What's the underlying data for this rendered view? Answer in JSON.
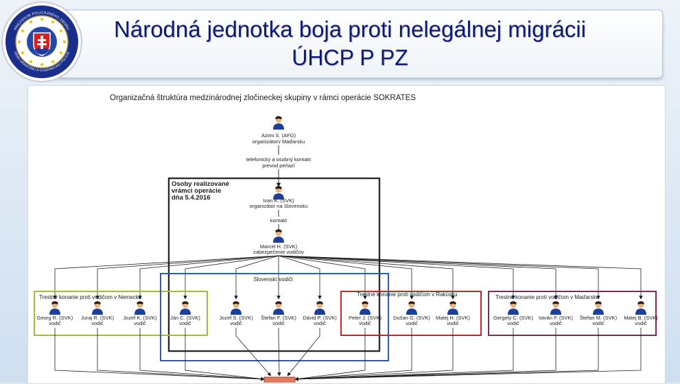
{
  "slide": {
    "title_line1": "Národná jednotka boja proti nelegálnej migrácii",
    "title_line2": "ÚHCP P PZ"
  },
  "emblem": {
    "text_top": "PREZIDIUM POLICAJNÉHO ZBORU",
    "text_bottom": "ÚRAD HRANIČNEJ A CUDZINECKEJ POLÍCIE"
  },
  "diagram": {
    "heading": "Organizačná štruktúra medzinárodnej zločineckej skupiny v rámci operácie SOKRATES",
    "top_person": {
      "name": "Azimi S. (AFG)",
      "role": "organizátorv Maďarsku"
    },
    "link_top": [
      "telefonický a osobný kontakt",
      "prevod peňazí"
    ],
    "box_realized": [
      "Osoby realizované",
      "vrámci operácie",
      "dňa 5.4.2016"
    ],
    "organizer_sk": {
      "name": "Ivan K. (SVK)",
      "role": "organizátor na Slovensku"
    },
    "link_contact": "kontakt",
    "coordinator": {
      "name": "Marcel H. (SVK)",
      "role": "zabezpečenie vodičov"
    },
    "groups": {
      "germany": "Trestné konanie proti vodičom v Nemecku",
      "slovak": "Slovenskí vodiči",
      "austria": "Trestné konanie proti vodičom v Rakúsku",
      "hungary": "Trestné konanie proti vodičom v Maďarsku"
    },
    "drivers": [
      {
        "name": "Georg R. (SVK)",
        "role": "vodič"
      },
      {
        "name": "Juraj R. (SVK)",
        "role": "vodič"
      },
      {
        "name": "Jozef K. (SVK)",
        "role": "vodič"
      },
      {
        "name": "Ján C. (SVK)",
        "role": "vodič"
      },
      {
        "name": "Jozef S. (SVK)",
        "role": "vodič"
      },
      {
        "name": "Štefan F. (SVK)",
        "role": "vodič"
      },
      {
        "name": "Dávid P. (SVK)",
        "role": "vodič"
      },
      {
        "name": "Peter J. (SVK)",
        "role": "vodič"
      },
      {
        "name": "Dušan G. (SVK)",
        "role": "vodič"
      },
      {
        "name": "Matej H. (SVK)",
        "role": "vodič"
      },
      {
        "name": "Gergely C. (SVK)",
        "role": "vodič"
      },
      {
        "name": "István F. (SVK)",
        "role": "vodič"
      },
      {
        "name": "Štefan M. (SVK)",
        "role": "vodič"
      },
      {
        "name": "Matej B. (SVK)",
        "role": "vodič"
      }
    ],
    "colors": {
      "germany": "#9dc12e",
      "slovak": "#2a58c9",
      "austria": "#c8222b",
      "hungary": "#7a2b57",
      "realized": "#2b2b2b",
      "person_body": "#1d3f9a",
      "person_head": "#e8b27c",
      "destination": "#e07a5f"
    }
  }
}
